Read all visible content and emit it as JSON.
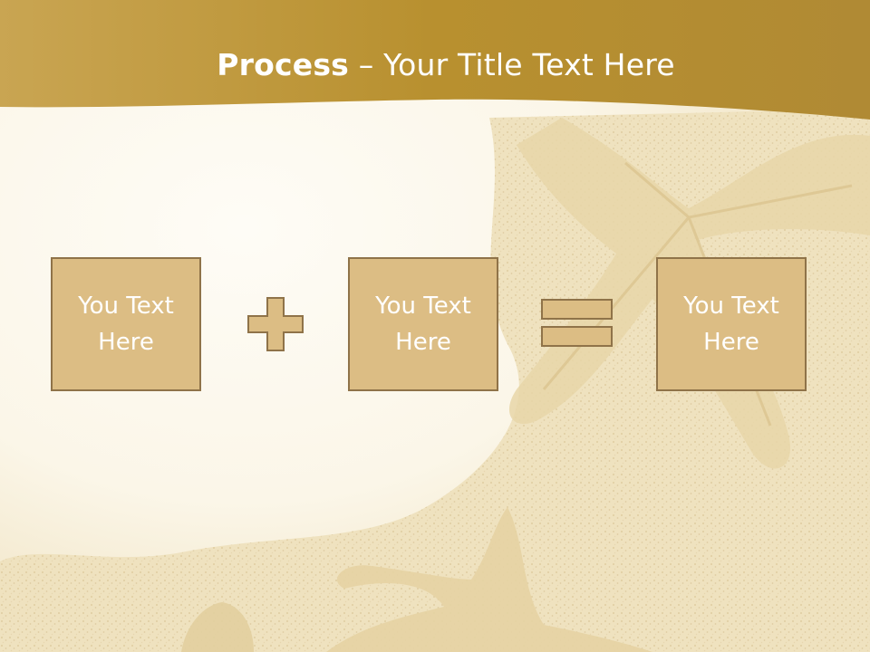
{
  "slide": {
    "title_bold": "Process",
    "title_rest": " – Your Title Text Here",
    "boxes": [
      {
        "text": "You Text Here"
      },
      {
        "text": "You Text Here"
      },
      {
        "text": "You Text Here"
      }
    ],
    "operators": [
      "plus-icon",
      "equals-icon"
    ]
  },
  "colors": {
    "header": "#b08a34",
    "box_fill": "#dcbd84",
    "box_border": "#8f7349",
    "sand": "#ead9ad",
    "text": "#ffffff"
  }
}
